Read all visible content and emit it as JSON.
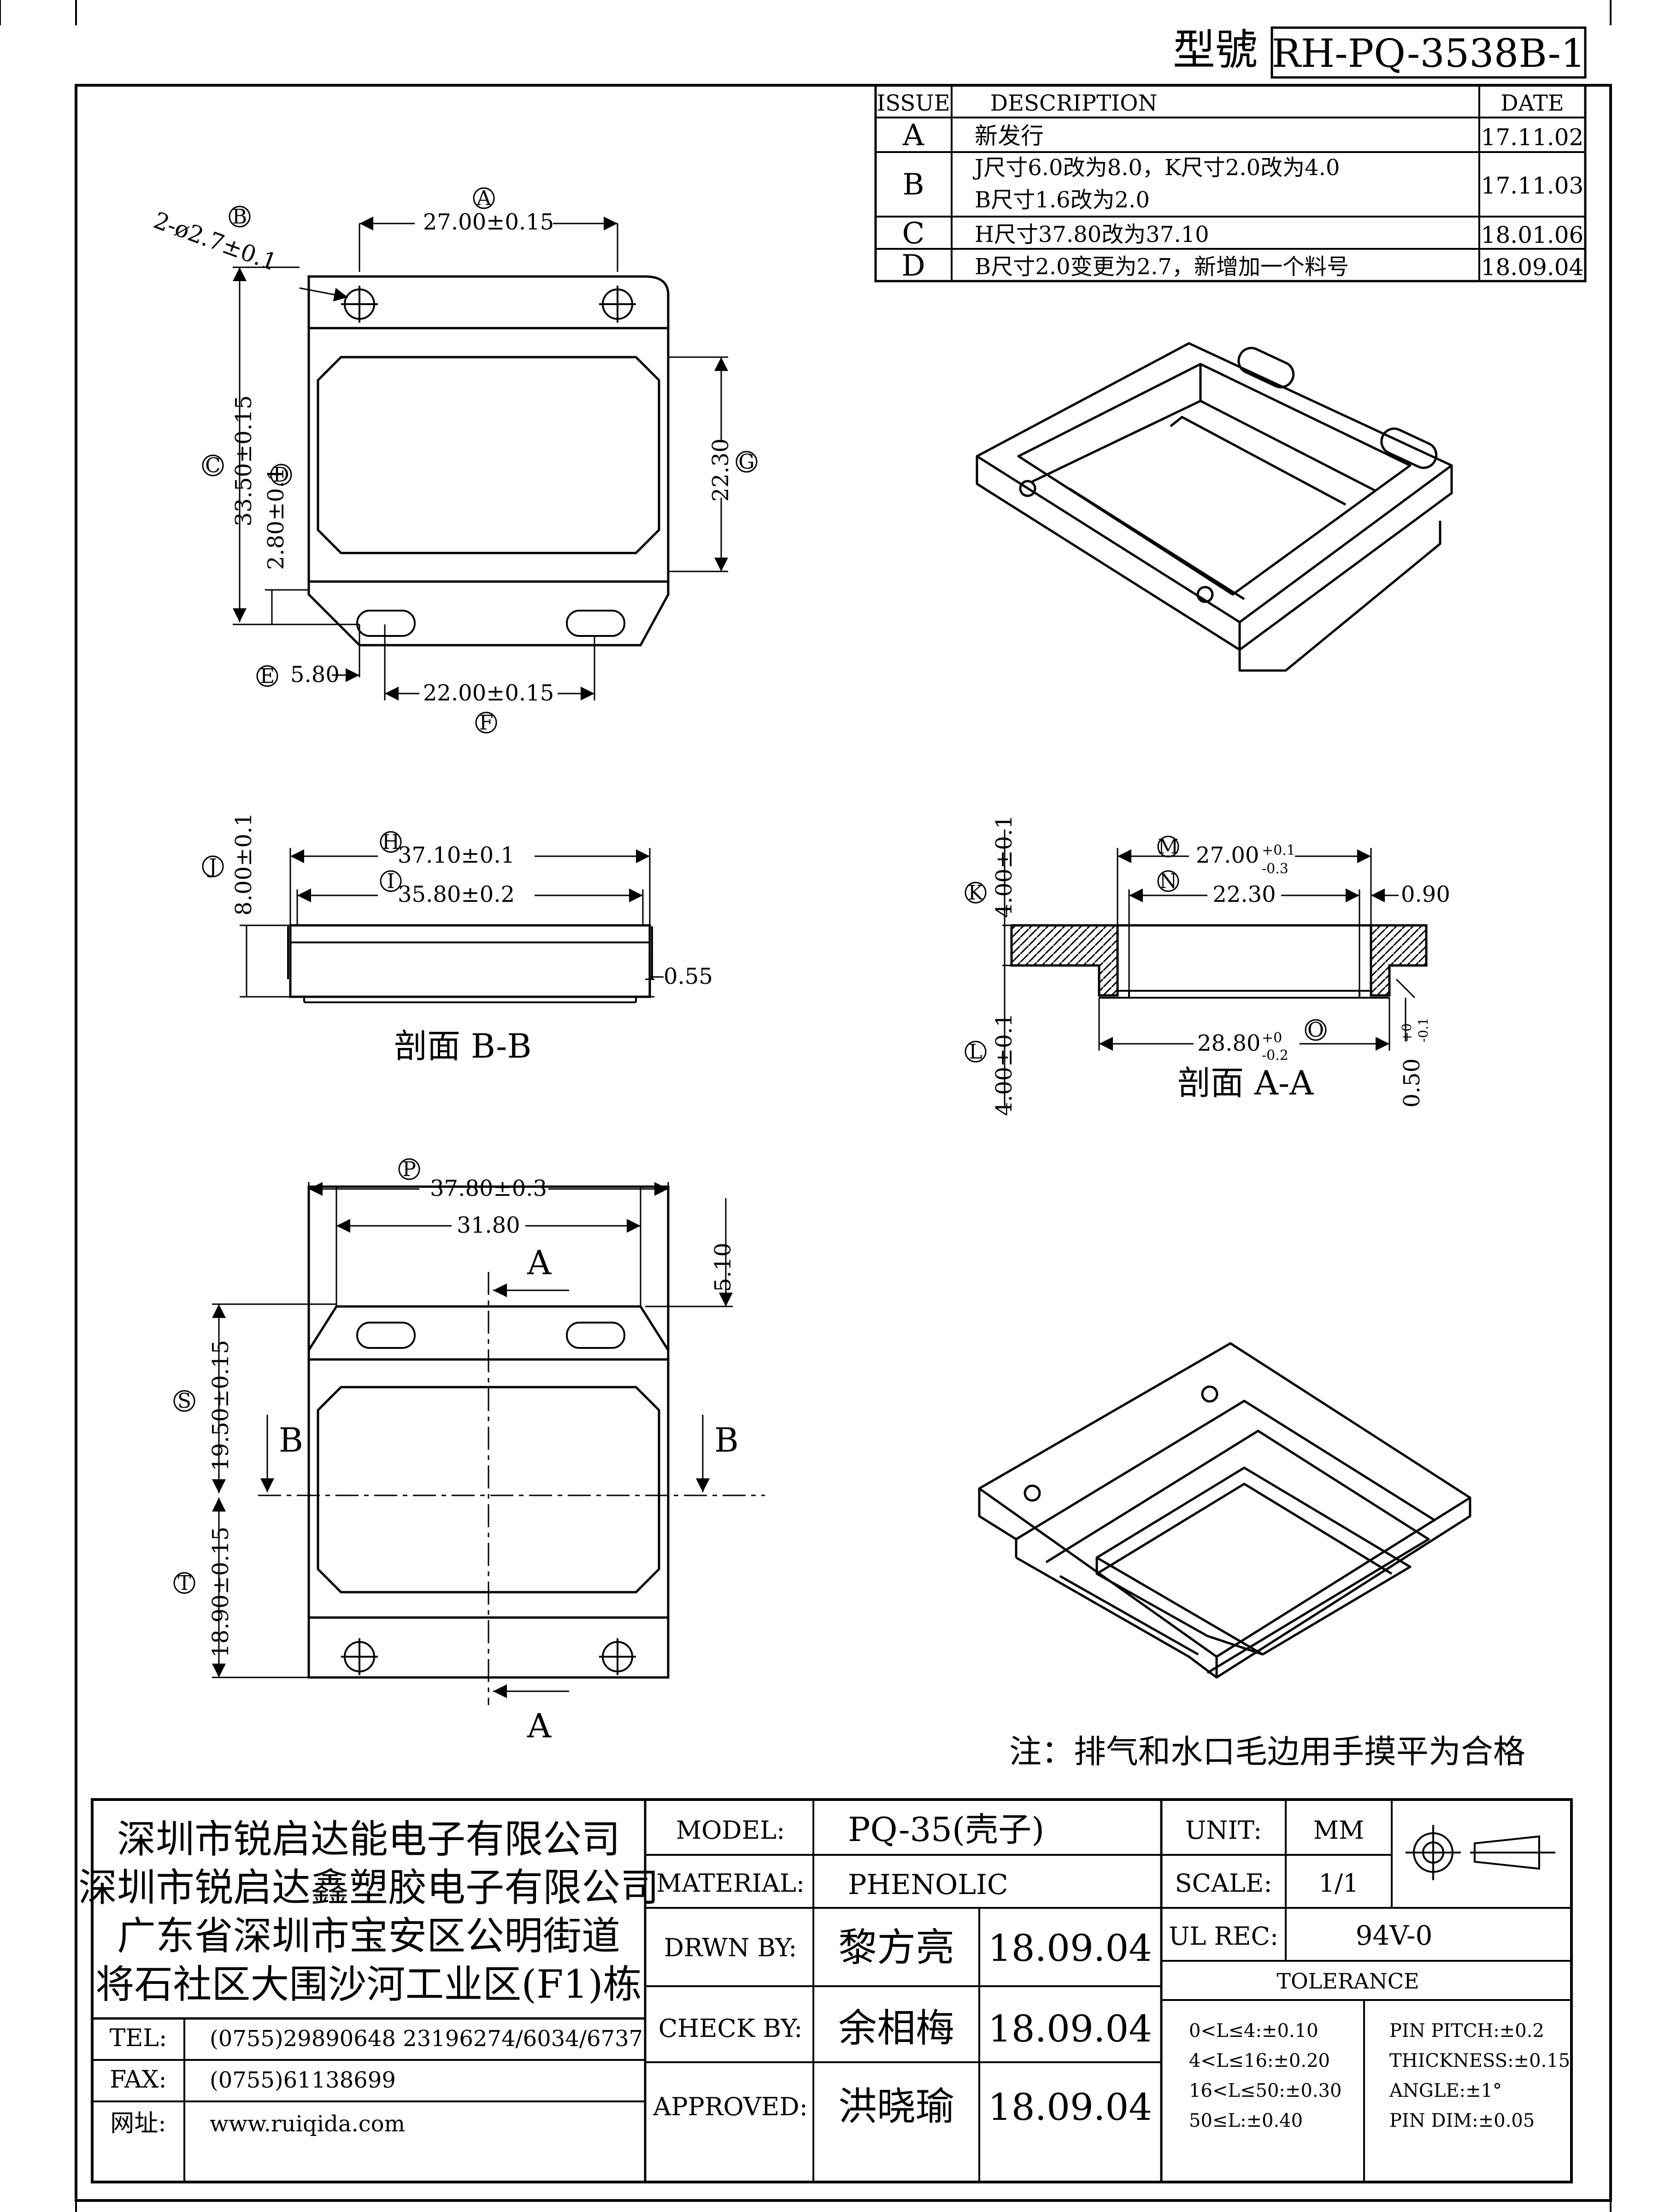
{
  "title_block": {
    "model_no_label": "型號",
    "model_no": "RH-PQ-3538B-1"
  },
  "revisions": {
    "headers": [
      "ISSUE",
      "DESCRIPTION",
      "DATE"
    ],
    "rows": [
      {
        "issue": "A",
        "desc": [
          "新发行"
        ],
        "date": "17.11.02"
      },
      {
        "issue": "B",
        "desc": [
          "J尺寸6.0改为8.0，K尺寸2.0改为4.0",
          "B尺寸1.6改为2.0"
        ],
        "date": "17.11.03"
      },
      {
        "issue": "C",
        "desc": [
          "H尺寸37.80改为37.10"
        ],
        "date": "18.01.06"
      },
      {
        "issue": "D",
        "desc": [
          "B尺寸2.0变更为2.7，新增加一个料号"
        ],
        "date": "18.09.04"
      }
    ]
  },
  "top_view": {
    "dim_a": "27.00±0.15",
    "dim_b": "2-ø2.7±0.1",
    "dim_c": "33.50±0.15",
    "dim_d": "2.80±0.1",
    "dim_e": "5.80",
    "dim_f": "22.00±0.15",
    "dim_g": "22.30"
  },
  "section_bb": {
    "dim_h": "37.10±0.1",
    "dim_i": "35.80±0.2",
    "dim_j": "8.00±0.1",
    "dim_side": "0.55",
    "label": "剖面 B-B"
  },
  "section_aa": {
    "dim_k": "4.00±0.1",
    "dim_l": "4.00±0.1",
    "dim_m": "27.00",
    "dim_m_tol_upper": "+0.1",
    "dim_m_tol_lower": "-0.3",
    "dim_n": "22.30",
    "dim_side": "0.90",
    "dim_o": "28.80",
    "dim_o_tol_upper": "+0",
    "dim_o_tol_lower": "-0.2",
    "dim_bottom": "0.50",
    "dim_bottom_tol_upper": "+0",
    "dim_bottom_tol_lower": "-0.1",
    "label": "剖面 A-A"
  },
  "bottom_view": {
    "dim_p": "37.80±0.3",
    "dim_inner": "31.80",
    "dim_510": "5.10",
    "dim_s": "19.50±0.15",
    "dim_t": "18.90±0.15",
    "cut_a": "A",
    "cut_b": "B"
  },
  "circle_letters": [
    "A",
    "B",
    "C",
    "D",
    "E",
    "F",
    "G",
    "H",
    "I",
    "J",
    "K",
    "L",
    "M",
    "N",
    "O",
    "P",
    "S",
    "T"
  ],
  "note": "注：排气和水口毛边用手摸平为合格",
  "company": {
    "lines": [
      "深圳市锐启达能电子有限公司",
      "深圳市锐启达鑫塑胶电子有限公司",
      "广东省深圳市宝安区公明街道",
      "将石社区大围沙河工业区(F1)栋"
    ],
    "tel_label": "TEL:",
    "tel": "(0755)29890648  23196274/6034/6737",
    "fax_label": "FAX:",
    "fax": "(0755)61138699",
    "web_label": "网址:",
    "web": "www.ruiqida.com"
  },
  "info": {
    "model_label": "MODEL:",
    "model": "PQ-35(壳子)",
    "material_label": "MATERIAL:",
    "material": "PHENOLIC",
    "drawn_label": "DRWN BY:",
    "drawn_name": "黎方亮",
    "drawn_date": "18.09.04",
    "check_label": "CHECK BY:",
    "check_name": "余相梅",
    "check_date": "18.09.04",
    "approved_label": "APPROVED:",
    "approved_name": "洪晓瑜",
    "approved_date": "18.09.04",
    "unit_label": "UNIT:",
    "unit": "MM",
    "scale_label": "SCALE:",
    "scale": "1/1",
    "ul_label": "UL REC:",
    "ul": "94V-0",
    "tolerance_label": "TOLERANCE",
    "tol_left": [
      "0<L≤4:±0.10",
      "4<L≤16:±0.20",
      "16<L≤50:±0.30",
      "50≤L:±0.40"
    ],
    "tol_right": [
      "PIN PITCH:±0.2",
      "THICKNESS:±0.15",
      "ANGLE:±1°",
      "PIN DIM:±0.05"
    ]
  }
}
